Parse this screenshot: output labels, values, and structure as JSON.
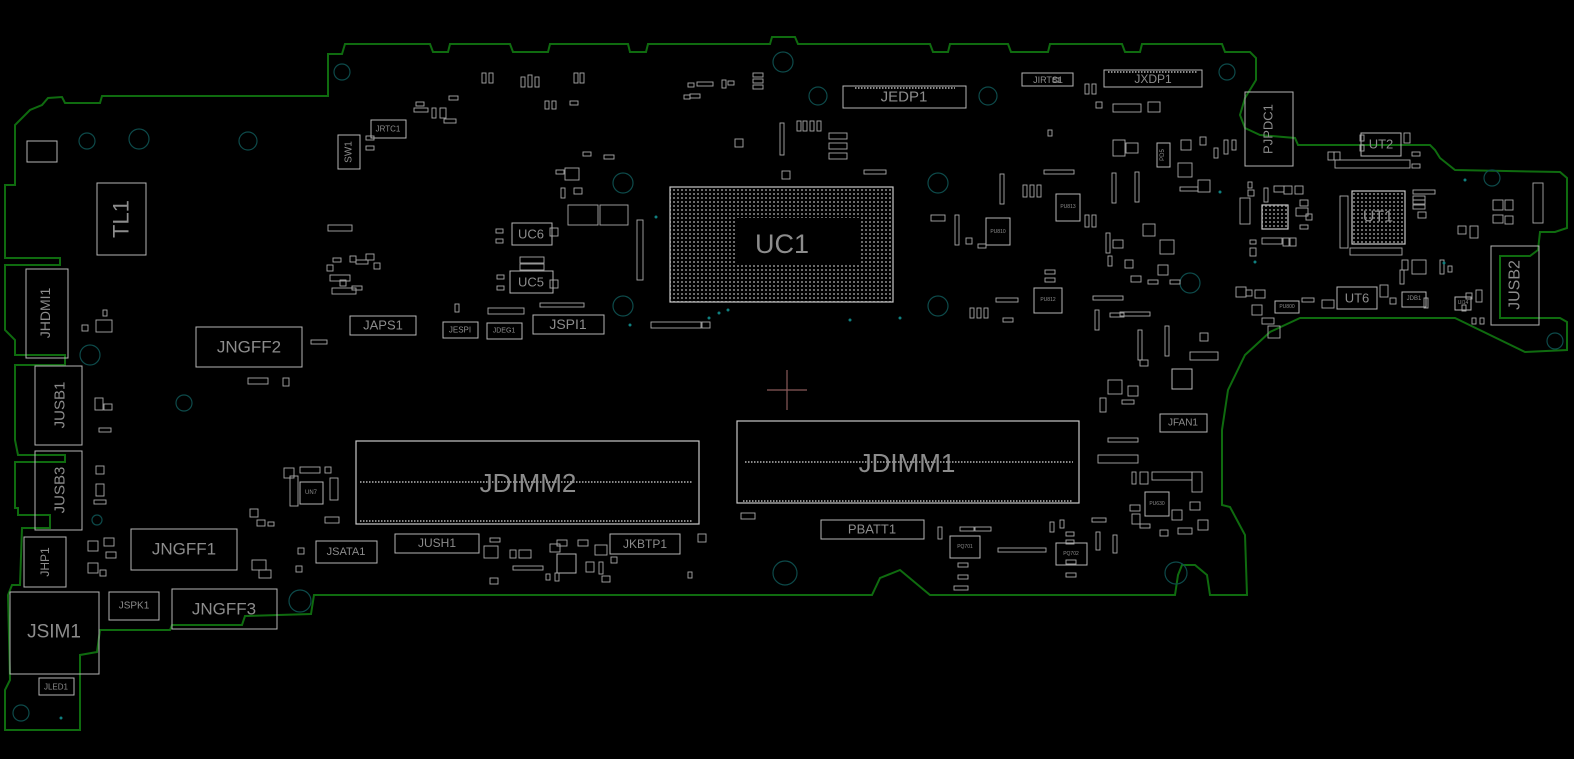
{
  "view": {
    "title": "Motherboard boardview",
    "colors": {
      "background": "#000000",
      "board_outline": "#0f6b0f",
      "component_outline": "#b5b5b5",
      "label": "#8c8c8c",
      "mounting_hole": "#0d4a4a",
      "cursor": "#8a5a5a"
    }
  },
  "components": {
    "uc1": "UC1",
    "jdimm1": "JDIMM1",
    "jdimm2": "JDIMM2",
    "jedp1": "JEDP1",
    "jxdp1": "JXDP1",
    "jirts1": "JIRTS1",
    "pjpdc1": "PJPDC1",
    "ut1": "UT1",
    "ut2": "UT2",
    "ut6": "UT6",
    "jusb2": "JUSB2",
    "jdb1": "JDB1",
    "ui14": "UI14",
    "pu800": "PU800",
    "pd5": "PD5",
    "pu813": "PU813",
    "pu810": "PU810",
    "pu812": "PU812",
    "jfan1": "JFAN1",
    "pu630": "PU630",
    "pq701": "PQ701",
    "pq702": "PQ702",
    "pbatt1": "PBATT1",
    "jkbtp1": "JKBTP1",
    "jush1": "JUSH1",
    "jsata1": "JSATA1",
    "un7": "UN7",
    "jngff1": "JNGFF1",
    "jngff2": "JNGFF2",
    "jngff3": "JNGFF3",
    "jspk1": "JSPK1",
    "jsim1": "JSIM1",
    "jled1": "JLED1",
    "jhp1": "JHP1",
    "jusb1": "JUSB1",
    "jusb3": "JUSB3",
    "jhdmi1": "JHDMI1",
    "tl1": "TL1",
    "sw1": "SW1",
    "jrtc1": "JRTC1",
    "japs1": "JAPS1",
    "jespi": "JESPI",
    "jdeg1": "JDEG1",
    "jspi1": "JSPI1",
    "uc5": "UC5",
    "uc6": "UC6"
  }
}
